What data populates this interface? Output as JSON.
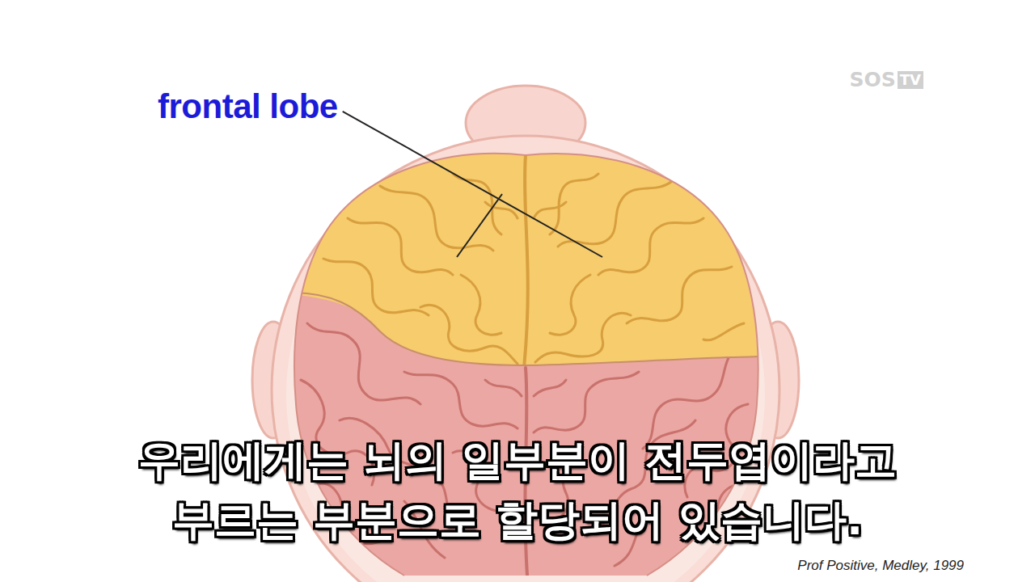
{
  "diagram": {
    "caption": "우리에게는 뇌의 일부분이 전두엽이라고 부르는 부분으로 할당되어 있습니다.",
    "labels": [
      "frontal lobe",
      "SOS",
      "TV",
      "Prof Positive, Medley, 1999"
    ]
  }
}
